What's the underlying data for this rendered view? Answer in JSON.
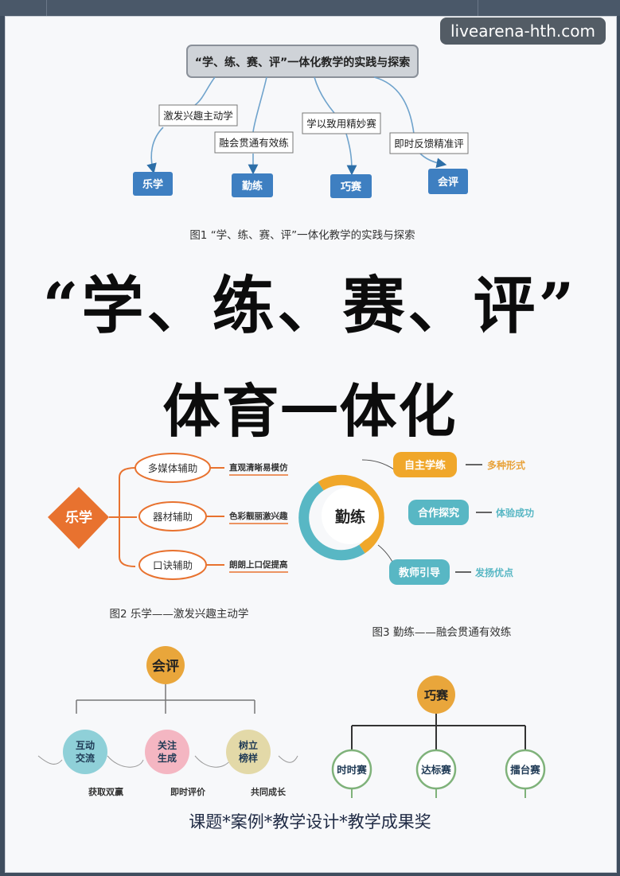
{
  "watermark": "livearena-hth.com",
  "figure1": {
    "root": "“学、练、赛、评”一体化教学的实践与探索",
    "branches": [
      {
        "label": "激发兴趣主动学",
        "node": "乐学"
      },
      {
        "label": "融会贯通有效练",
        "node": "勤练"
      },
      {
        "label": "学以致用精妙赛",
        "node": "巧赛"
      },
      {
        "label": "即时反馈精准评",
        "node": "会评"
      }
    ],
    "caption": "图1 “学、练、赛、评”一体化教学的实践与探索"
  },
  "title": {
    "line1": "“学、练、赛、评”",
    "line2": "体育一体化"
  },
  "figure2": {
    "center": "乐学",
    "items": [
      {
        "label": "多媒体辅助",
        "note": "直观清晰易模仿"
      },
      {
        "label": "器材辅助",
        "note": "色彩靓丽激兴趣"
      },
      {
        "label": "口诀辅助",
        "note": "朗朗上口促提高"
      }
    ],
    "caption": "图2 乐学——激发兴趣主动学"
  },
  "figure3": {
    "center": "勤练",
    "items": [
      {
        "label": "自主学练",
        "note": "多种形式"
      },
      {
        "label": "合作探究",
        "note": "体验成功"
      },
      {
        "label": "教师引导",
        "note": "发扬优点"
      }
    ],
    "caption": "图3 勤练——融会贯通有效练"
  },
  "figure4": {
    "root": "会评",
    "items": [
      {
        "label": "互动交流",
        "note": "获取双赢"
      },
      {
        "label": "关注生成",
        "note": "即时评价"
      },
      {
        "label": "树立榜样",
        "note": "共同成长"
      }
    ]
  },
  "figure5": {
    "root": "巧赛",
    "items": [
      "时时赛",
      "达标赛",
      "擂台赛"
    ]
  },
  "footer": "课题*案例*教学设计*教学成果奖",
  "colors": {
    "blue": "#3e7fc1",
    "orange": "#e8722f",
    "amber": "#f0a72a",
    "teal": "#58b7c4",
    "pink": "#f4b6c2",
    "olive": "#e3d9a8",
    "gold": "#e9a63b"
  }
}
